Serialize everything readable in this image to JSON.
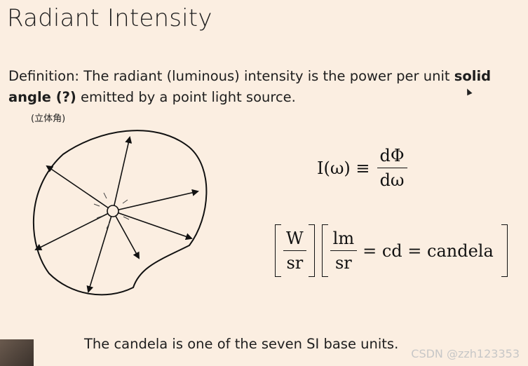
{
  "slide": {
    "title": "Radiant Intensity",
    "definition_prefix": "Definition: The radiant (luminous) intensity is the power per unit ",
    "definition_bold": "solid angle (?)",
    "definition_suffix": " emitted by a point light source.",
    "annotation": "(立体角)",
    "footer": "The candela is one of the seven SI base units."
  },
  "formula": {
    "lhs": "I(ω) ≡",
    "numerator": "dΦ",
    "denominator": "dω"
  },
  "units": {
    "w_num": "W",
    "w_den": "sr",
    "lm_num": "lm",
    "lm_den": "sr",
    "rest": "= cd = candela"
  },
  "watermark": "CSDN @zzh123353",
  "colors": {
    "background": "#fbeee1",
    "ink": "#111111"
  }
}
